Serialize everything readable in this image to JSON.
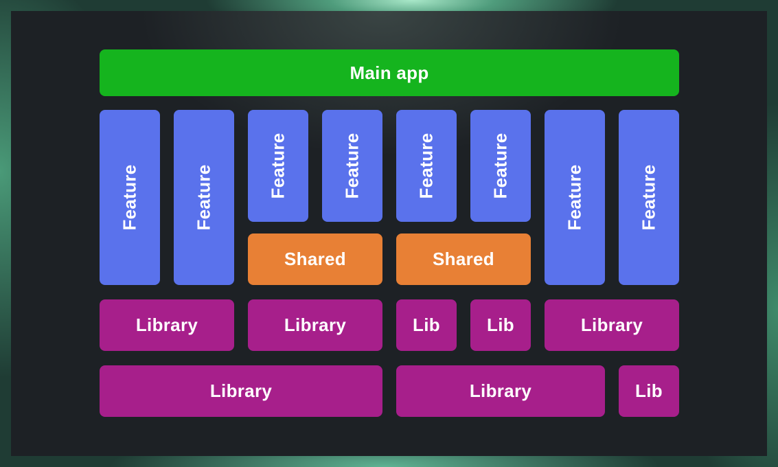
{
  "main_app": "Main app",
  "features": [
    "Feature",
    "Feature",
    "Feature",
    "Feature",
    "Feature",
    "Feature",
    "Feature",
    "Feature"
  ],
  "shared": [
    "Shared",
    "Shared"
  ],
  "libraries_row1": [
    "Library",
    "Library",
    "Lib",
    "Lib",
    "Library"
  ],
  "libraries_row2": [
    "Library",
    "Library",
    "Lib"
  ],
  "colors": {
    "app": "#15b41e",
    "feature": "#5a72ec",
    "shared": "#e88035",
    "library": "#a71f8b"
  }
}
